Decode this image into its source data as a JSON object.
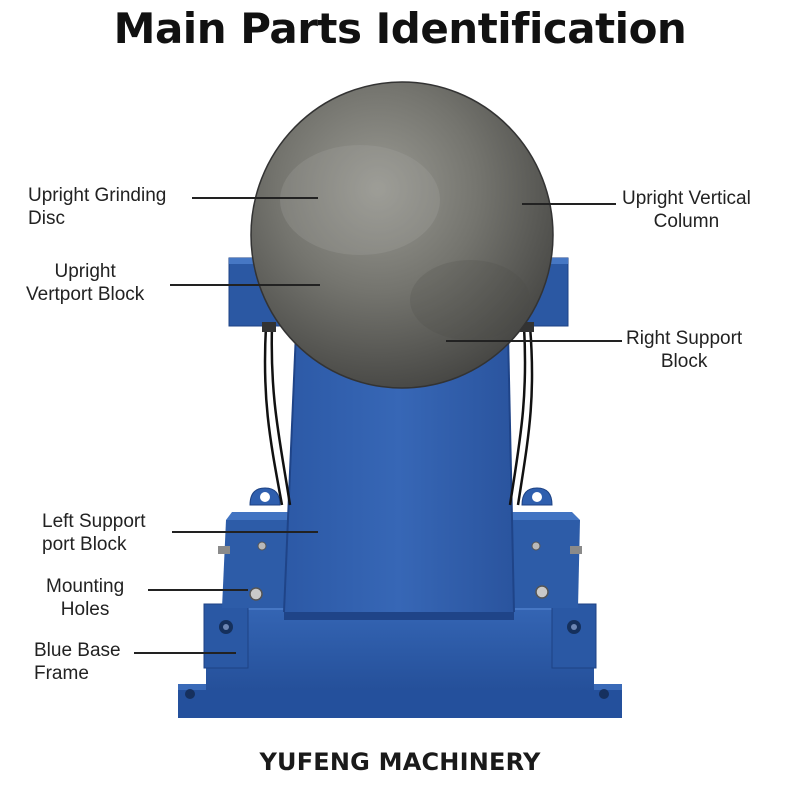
{
  "title": "Main Parts Identification",
  "footer": "YUFENG MACHINERY",
  "labels": {
    "upright_grinding_disc": [
      "Upright Grinding",
      "Disc"
    ],
    "upright_vertport_block": [
      "Upright",
      "Vertport Block"
    ],
    "left_support_port_block": [
      "Left Support",
      "port Block"
    ],
    "mounting_holes": [
      "Mounting",
      "Holes"
    ],
    "blue_base_frame": [
      "Blue Base",
      "Frame"
    ],
    "upright_vertical_column": [
      "Upright Vertical",
      "Column"
    ],
    "right_support_block": [
      "Right Support",
      "Block"
    ]
  },
  "colors": {
    "frame_blue": "#2f5fae",
    "frame_blue_dark": "#1f4488",
    "disc_gray": "#6e6e68"
  }
}
